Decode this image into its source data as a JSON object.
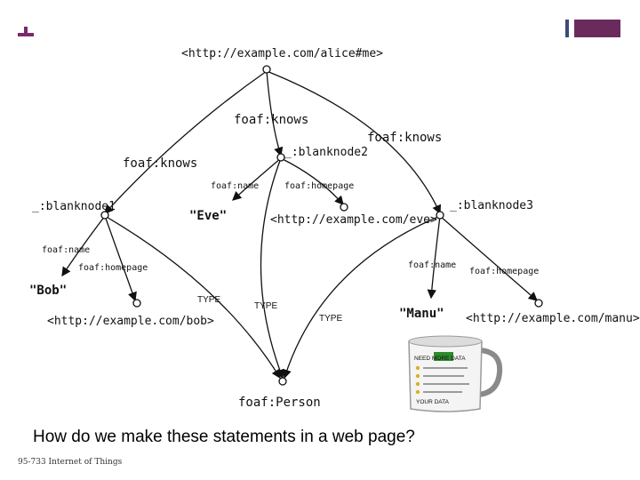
{
  "nodes": {
    "alice_uri": "<http://example.com/alice#me>",
    "blanknode2": "_:blanknode2",
    "blanknode1": "_:blanknode1",
    "blanknode3": "_:blanknode3",
    "eve_literal": "\"Eve\"",
    "eve_uri": "<http://example.com/eve>",
    "bob_literal": "\"Bob\"",
    "bob_uri": "<http://example.com/bob>",
    "manu_literal": "\"Manu\"",
    "manu_uri": "<http://example.com/manu>",
    "person": "foaf:Person"
  },
  "edges": {
    "knows_center": "foaf:knows",
    "knows_left": "foaf:knows",
    "knows_right": "foaf:knows",
    "eve_name": "foaf:name",
    "eve_homepage": "foaf:homepage",
    "bob_name": "foaf:name",
    "bob_homepage": "foaf:homepage",
    "manu_name": "foaf:name",
    "manu_homepage": "foaf:homepage",
    "type_bob": "TYPE",
    "type_eve": "TYPE",
    "type_manu": "TYPE"
  },
  "mug": {
    "line1": "NEED MORE DATA",
    "line2": "YOUR DATA"
  },
  "caption": "How do we make these statements in a web page?",
  "footer": "95-733 Internet of Things",
  "colors": {
    "accent_purple": "#6b2a5c",
    "accent_blue": "#3e4a78"
  }
}
